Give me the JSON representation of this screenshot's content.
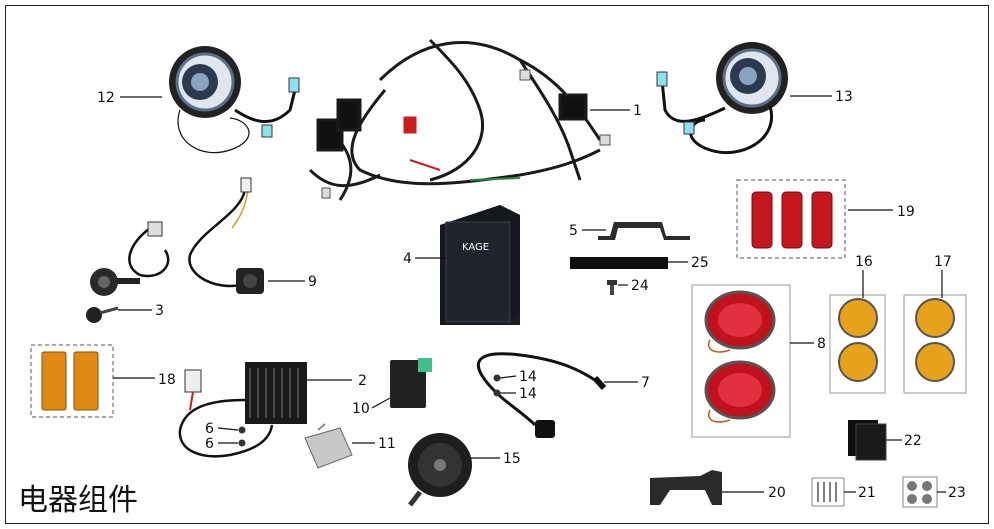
{
  "title": "电器组件",
  "callouts": [
    {
      "id": "1",
      "label": "1"
    },
    {
      "id": "2",
      "label": "2"
    },
    {
      "id": "3",
      "label": "3"
    },
    {
      "id": "4",
      "label": "4"
    },
    {
      "id": "5",
      "label": "5"
    },
    {
      "id": "6a",
      "label": "6"
    },
    {
      "id": "6b",
      "label": "6"
    },
    {
      "id": "7",
      "label": "7"
    },
    {
      "id": "8",
      "label": "8"
    },
    {
      "id": "9",
      "label": "9"
    },
    {
      "id": "10",
      "label": "10"
    },
    {
      "id": "11",
      "label": "11"
    },
    {
      "id": "12",
      "label": "12"
    },
    {
      "id": "13",
      "label": "13"
    },
    {
      "id": "14a",
      "label": "14"
    },
    {
      "id": "14b",
      "label": "14"
    },
    {
      "id": "15",
      "label": "15"
    },
    {
      "id": "16",
      "label": "16"
    },
    {
      "id": "17",
      "label": "17"
    },
    {
      "id": "18",
      "label": "18"
    },
    {
      "id": "19",
      "label": "19"
    },
    {
      "id": "20",
      "label": "20"
    },
    {
      "id": "21",
      "label": "21"
    },
    {
      "id": "22",
      "label": "22"
    },
    {
      "id": "23",
      "label": "23"
    },
    {
      "id": "24",
      "label": "24"
    },
    {
      "id": "25",
      "label": "25"
    }
  ],
  "battery_brand": "KAGE",
  "colors": {
    "tail_red": "#c0121e",
    "amber": "#e6a21a",
    "reflector_red": "#c3161d",
    "reflector_amber": "#e08a14",
    "wire_black": "#1a1a1a",
    "connector_blue": "#8fe0ef"
  }
}
